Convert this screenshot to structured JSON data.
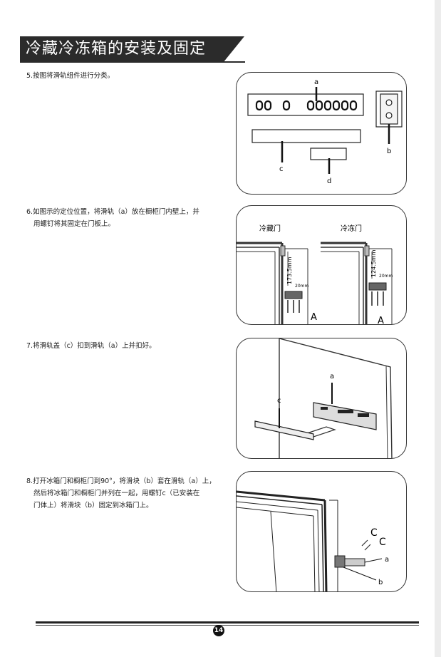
{
  "header": {
    "title": "冷藏冷冻箱的安装及固定"
  },
  "steps": [
    {
      "text": "5.按图将滑轨组件进行分类。"
    },
    {
      "line1": "6.如图示的定位位置，将滑轨（a）放在橱柜门内壁上，并",
      "line2": "用螺钉将其固定在门板上。"
    },
    {
      "text": "7.将滑轨盖（c）扣到滑轨（a）上并扣好。"
    },
    {
      "line1": "8.打开冰箱门和橱柜门到90°，将滑块（b）套在滑轨（a）上，",
      "line2": "然后将冰箱门和橱柜门并列在一起，用螺钉c（已安装在",
      "line3": "门体上）将滑块（b）固定到冰箱门上。"
    }
  ],
  "figure1": {
    "label_a": "a",
    "label_b": "b",
    "label_c": "c",
    "label_d": "d"
  },
  "figure2": {
    "left_title": "冷藏门",
    "right_title": "冷冻门",
    "left_dim": "173.5mm",
    "right_dim": "124.5mm",
    "left_gap": "20mm",
    "right_gap": "20mm",
    "left_mark": "A",
    "right_mark": "A"
  },
  "figure3": {
    "label_a": "a",
    "label_c": "c"
  },
  "figure4": {
    "label_c1": "C",
    "label_c2": "C",
    "label_a": "a",
    "label_b": "b"
  },
  "footer": {
    "page_number": "14"
  }
}
